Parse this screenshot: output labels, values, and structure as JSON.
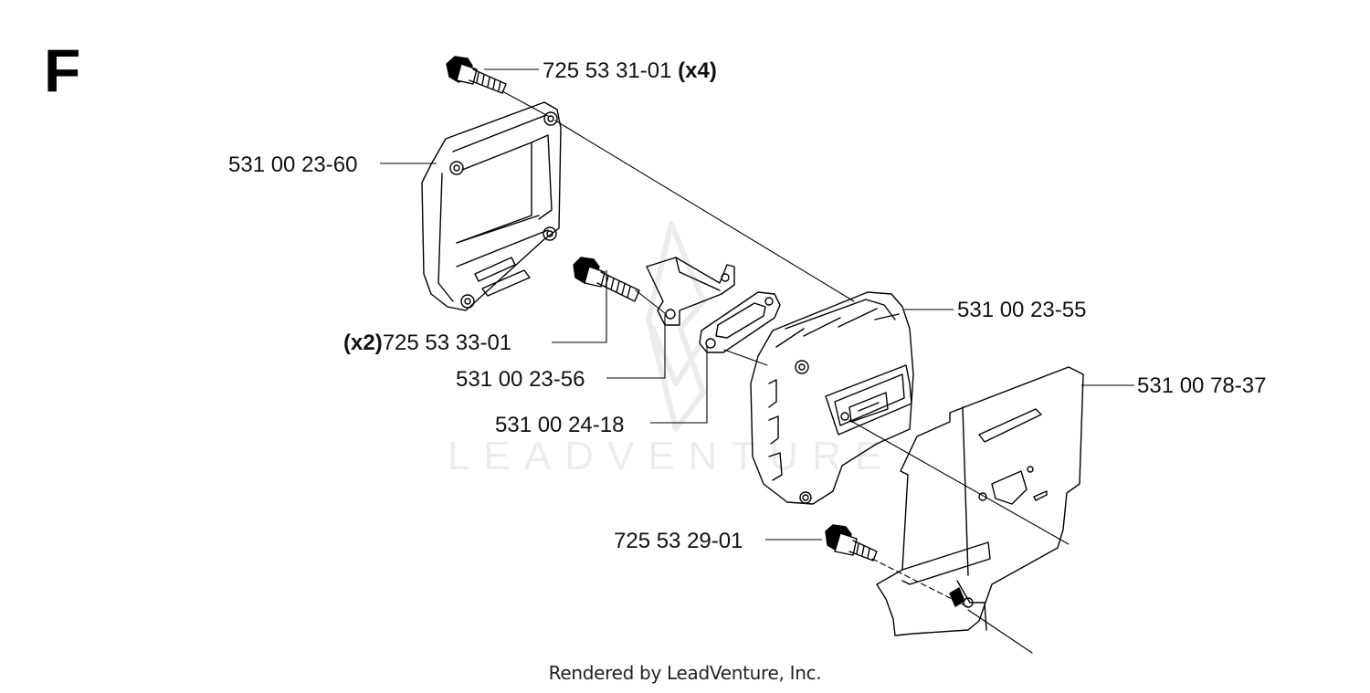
{
  "section": {
    "letter": "F"
  },
  "watermark": {
    "text": "LEADVENTURE"
  },
  "footer": {
    "text": "Rendered by LeadVenture, Inc."
  },
  "parts": [
    {
      "id": "screw-top",
      "number": "725 53 31-01",
      "qty": "(x4)"
    },
    {
      "id": "muffler-cover",
      "number": "531 00 23-60",
      "qty": ""
    },
    {
      "id": "screw-mid",
      "number": "725 53 33-01",
      "qty": "(x2)"
    },
    {
      "id": "bracket",
      "number": "531 00 23-56",
      "qty": ""
    },
    {
      "id": "gasket",
      "number": "531 00 24-18",
      "qty": ""
    },
    {
      "id": "muffler-body",
      "number": "531 00 23-55",
      "qty": ""
    },
    {
      "id": "heat-shield",
      "number": "531 00 78-37",
      "qty": ""
    },
    {
      "id": "screw-bottom",
      "number": "725 53 29-01",
      "qty": ""
    }
  ]
}
